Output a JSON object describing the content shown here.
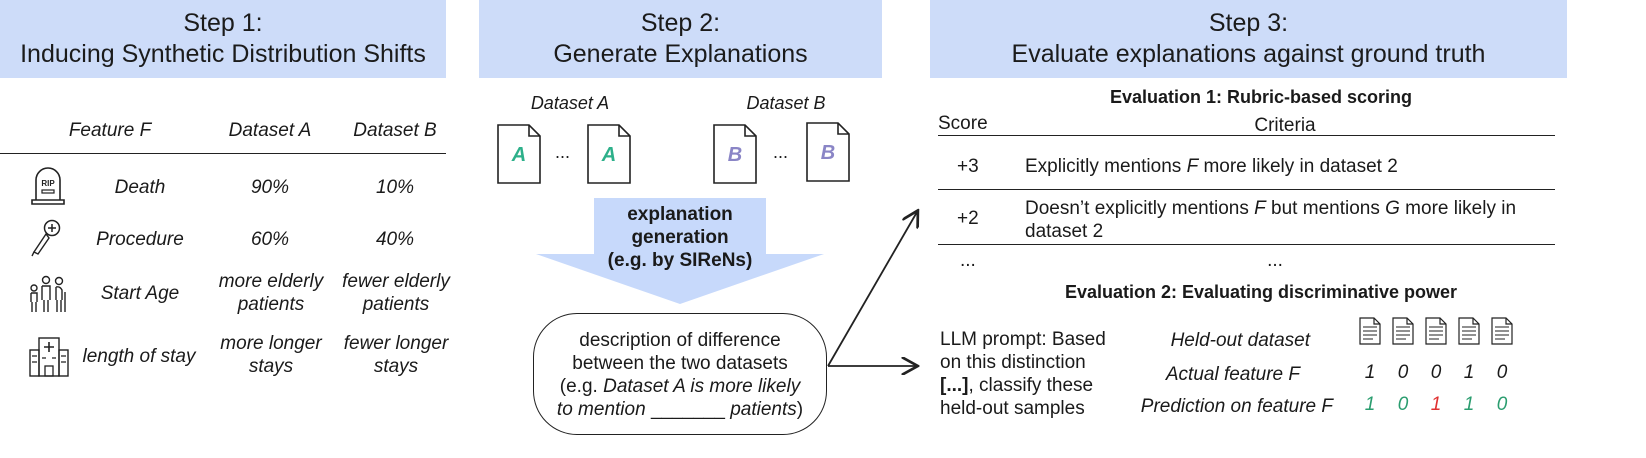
{
  "colors": {
    "header_bg": "#cddcf9",
    "arrow_fill": "#c7d9fb",
    "doc_a": "#2db08a",
    "doc_b": "#8a85c6",
    "pred_correct": "#2a9d6f",
    "pred_wrong": "#e03131"
  },
  "step1": {
    "title_line1": "Step 1:",
    "title_line2": "Inducing Synthetic Distribution Shifts",
    "columns": [
      "Feature F",
      "Dataset A",
      "Dataset B"
    ],
    "rows": [
      {
        "icon": "tombstone-icon",
        "icon_text": "RIP",
        "feature": "Death",
        "a": "90%",
        "b": "10%"
      },
      {
        "icon": "scalpel-icon",
        "feature": "Procedure",
        "a": "60%",
        "b": "40%"
      },
      {
        "icon": "people-ages-icon",
        "feature": "Start Age",
        "a_line1": "more elderly",
        "a_line2": "patients",
        "b_line1": "fewer elderly",
        "b_line2": "patients"
      },
      {
        "icon": "hospital-icon",
        "feature": "length of stay",
        "a_line1": "more longer",
        "a_line2": "stays",
        "b_line1": "fewer longer",
        "b_line2": "stays"
      }
    ]
  },
  "step2": {
    "title_line1": "Step 2:",
    "title_line2": "Generate Explanations",
    "dataset_a_label": "Dataset A",
    "dataset_b_label": "Dataset B",
    "doc_a_letter": "A",
    "doc_b_letter": "B",
    "ellipsis": "...",
    "arrow_line1": "explanation",
    "arrow_line2": "generation",
    "arrow_line3": "(e.g. by SIReNs)",
    "desc_line1": "description of difference",
    "desc_line2": "between the two datasets",
    "desc_line3_pre": "(e.g. ",
    "desc_line3_it": "Dataset A is more likely",
    "desc_line4_it": "to mention",
    "desc_line4_blank": "_______",
    "desc_line4_it2": "patients",
    "desc_line4_post": ")"
  },
  "step3": {
    "title_line1": "Step 3:",
    "title_line2": "Evaluate explanations against ground truth",
    "eval1_title": "Evaluation 1: Rubric-based scoring",
    "score_header": "Score",
    "criteria_header": "Criteria",
    "rubric": [
      {
        "score": "+3",
        "pre": "Explicitly mentions ",
        "f": "F",
        "post": " more likely in dataset 2"
      },
      {
        "score": "+2",
        "pre": "Doesn’t explicitly mentions ",
        "f": "F",
        "mid": " but mentions ",
        "g": "G",
        "post": " more likely in",
        "line2": "dataset 2"
      }
    ],
    "rubric_more_score": "...",
    "rubric_more_criteria": "...",
    "eval2_title": "Evaluation 2: Evaluating discriminative power",
    "prompt_line1": "LLM prompt: Based",
    "prompt_line2": "on this distinction",
    "prompt_line3_b": "[...]",
    "prompt_line3": ", classify these",
    "prompt_line4": "held-out samples",
    "heldout_label": "Held-out dataset",
    "actual_label": "Actual feature F",
    "prediction_label": "Prediction on feature F",
    "actual_values": [
      "1",
      "0",
      "0",
      "1",
      "0"
    ],
    "prediction_values": [
      "1",
      "0",
      "1",
      "1",
      "0"
    ],
    "prediction_correct": [
      true,
      true,
      false,
      true,
      true
    ]
  }
}
